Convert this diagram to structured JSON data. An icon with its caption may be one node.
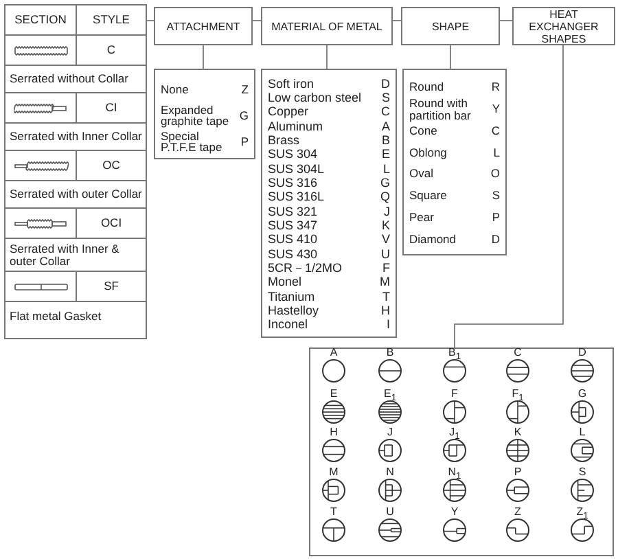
{
  "diagram": {
    "nodes": [
      {
        "text": [
          "SECTION",
          "STYLE",
          "C",
          "Serrated without Collar",
          "CI",
          "Serrated with Inner Collar",
          "OC",
          "Serrated with outer Collar",
          "OCI",
          "Serrated with Inner & outer Collar",
          "SF",
          "Flat metal Gasket"
        ]
      },
      {
        "text": [
          "ATTACHMENT"
        ]
      },
      {
        "text": [
          "None",
          "Z",
          "Expanded graphite tape",
          "G",
          "Special P.T.F.E tape",
          "P"
        ]
      },
      {
        "text": [
          "MATERIAL OF METAL"
        ]
      },
      {
        "text": [
          "Soft iron",
          "D",
          "Low carbon steel",
          "S",
          "Copper",
          "C",
          "Aluminum",
          "A",
          "Brass",
          "B",
          "SUS 304",
          "E",
          "SUS 304L",
          "L",
          "SUS 316",
          "G",
          "SUS 316L",
          "Q",
          "SUS 321",
          "J",
          "SUS 347",
          "K",
          "SUS 410",
          "V",
          "SUS 430",
          "U",
          "5CR－1/2MO",
          "F",
          "Monel",
          "M",
          "Titanium",
          "T",
          "Hastelloy",
          "H",
          "Inconel",
          "I"
        ]
      },
      {
        "text": [
          "SHAPE"
        ]
      },
      {
        "text": [
          "Round",
          "R",
          "Round with partition bar",
          "Y",
          "Cone",
          "C",
          "Oblong",
          "L",
          "Oval",
          "O",
          "Square",
          "S",
          "Pear",
          "P",
          "Diamond",
          "D"
        ]
      },
      {
        "text": [
          "HEAT EXCHANGER SHAPES"
        ]
      },
      {
        "text": [
          "A",
          "B",
          "B$_{1}$",
          "C",
          "D",
          "E",
          "E$_{1}$",
          "F",
          "F$_{1}$",
          "G",
          "H",
          "J",
          "J$_{1}$",
          "K",
          "L",
          "M",
          "N",
          "N$_{1}$",
          "P",
          "S",
          "T",
          "U",
          "Y",
          "Z",
          "Z$_{1}$"
        ]
      }
    ],
    "edges": [
      {
        "from": 0,
        "to": 1,
        "arrow": "none"
      },
      {
        "from": 1,
        "to": 3,
        "arrow": "none"
      },
      {
        "from": 3,
        "to": 5,
        "arrow": "none"
      },
      {
        "from": 5,
        "to": 7,
        "arrow": "none"
      },
      {
        "from": 1,
        "to": 2,
        "arrow": "none"
      },
      {
        "from": 3,
        "to": 4,
        "arrow": "none"
      },
      {
        "from": 5,
        "to": 6,
        "arrow": "none"
      },
      {
        "from": 7,
        "to": 8,
        "arrow": "none"
      }
    ]
  }
}
